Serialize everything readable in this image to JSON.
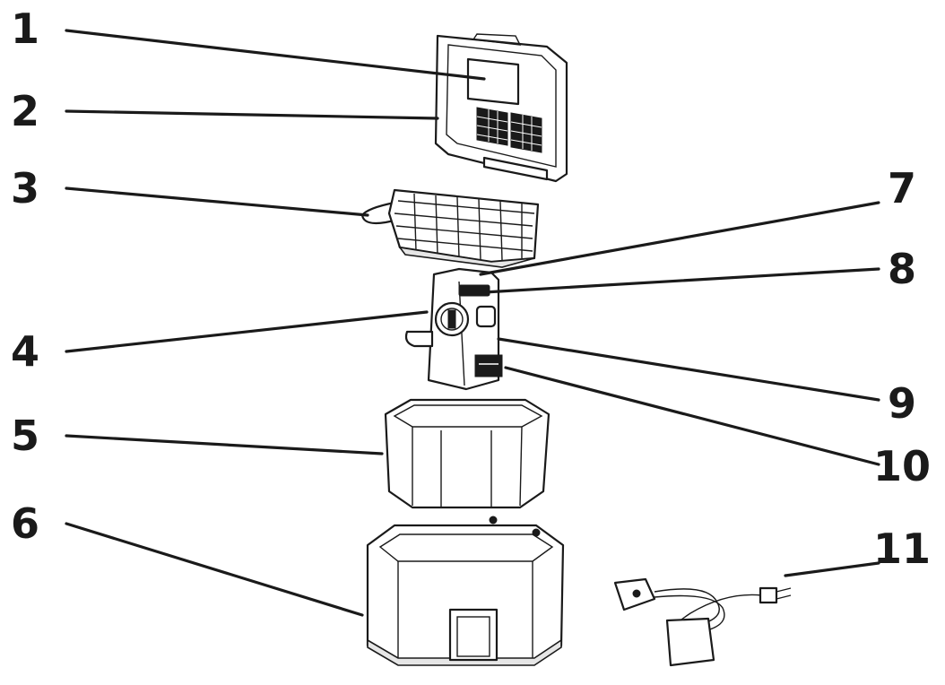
{
  "callouts": [
    {
      "id": "1",
      "label": "1"
    },
    {
      "id": "2",
      "label": "2"
    },
    {
      "id": "3",
      "label": "3"
    },
    {
      "id": "4",
      "label": "4"
    },
    {
      "id": "5",
      "label": "5"
    },
    {
      "id": "6",
      "label": "6"
    },
    {
      "id": "7",
      "label": "7"
    },
    {
      "id": "8",
      "label": "8"
    },
    {
      "id": "9",
      "label": "9"
    },
    {
      "id": "10",
      "label": "10"
    },
    {
      "id": "11",
      "label": "11"
    }
  ],
  "colors": {
    "ink": "#1a1a1a",
    "background": "#ffffff"
  }
}
